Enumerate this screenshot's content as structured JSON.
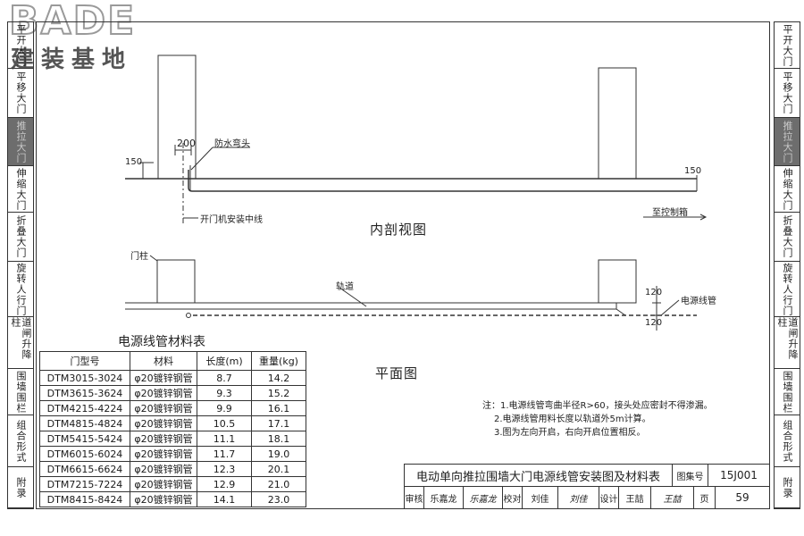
{
  "logo": {
    "brand": "BADE",
    "subtitle": "建装基地"
  },
  "left_tabs": [
    "平开大门",
    "平移大门",
    "推拉大门",
    "伸缩大门",
    "折叠大门",
    "旋转人行门",
    "道闸升降柱",
    "围墙围栏",
    "组合形式",
    "附录"
  ],
  "right_tabs": [
    "平开大门",
    "平移大门",
    "推拉大门",
    "伸缩大门",
    "折叠大门",
    "旋转人行门",
    "道闸升降柱",
    "围墙围栏",
    "组合形式",
    "附录"
  ],
  "active_tab": "推拉大门",
  "section_view": {
    "title": "内剖视图",
    "dim_200": "200",
    "dim_150_left": "150",
    "dim_150_right": "150",
    "waterproof_label": "防水弯头",
    "centerline_label": "开门机安装中线",
    "to_control_label": "至控制箱"
  },
  "plan_view": {
    "title": "平面图",
    "post_label": "门柱",
    "track_label": "轨道",
    "conduit_label": "电源线管",
    "dim_120_top": "120",
    "dim_120_bottom": "120"
  },
  "material_table": {
    "title": "电源线管材料表",
    "headers": [
      "门型号",
      "材料",
      "长度(m)",
      "重量(kg)"
    ],
    "rows": [
      [
        "DTM3015-3024",
        "φ20镀锌钢管",
        "8.7",
        "14.2"
      ],
      [
        "DTM3615-3624",
        "φ20镀锌钢管",
        "9.3",
        "15.2"
      ],
      [
        "DTM4215-4224",
        "φ20镀锌钢管",
        "9.9",
        "16.1"
      ],
      [
        "DTM4815-4824",
        "φ20镀锌钢管",
        "10.5",
        "17.1"
      ],
      [
        "DTM5415-5424",
        "φ20镀锌钢管",
        "11.1",
        "18.1"
      ],
      [
        "DTM6015-6024",
        "φ20镀锌钢管",
        "11.7",
        "19.0"
      ],
      [
        "DTM6615-6624",
        "φ20镀锌钢管",
        "12.3",
        "20.1"
      ],
      [
        "DTM7215-7224",
        "φ20镀锌钢管",
        "12.9",
        "21.0"
      ],
      [
        "DTM8415-8424",
        "φ20镀锌钢管",
        "14.1",
        "23.0"
      ]
    ]
  },
  "notes": [
    "注：1.电源线管弯曲半径R>60，接头处应密封不得渗漏。",
    "2.电源线管用料长度以轨道外5m计算。",
    "3.图为左向开启，右向开启位置相反。"
  ],
  "title_block": {
    "drawing_title": "电动单向推拉围墙大门电源线管安装图及材料表",
    "atlas_label": "图集号",
    "atlas_no": "15J001",
    "review_label": "审核",
    "reviewer": "乐嘉龙",
    "reviewer_sig": "乐嘉龙",
    "check_label": "校对",
    "checker": "刘佳",
    "checker_sig": "刘佳",
    "design_label": "设计",
    "designer": "王喆",
    "designer_sig": "王喆",
    "page_label": "页",
    "page_no": "59"
  },
  "colors": {
    "line": "#333333",
    "tab_active": "#6d6d6d",
    "paper": "#ffffff"
  }
}
